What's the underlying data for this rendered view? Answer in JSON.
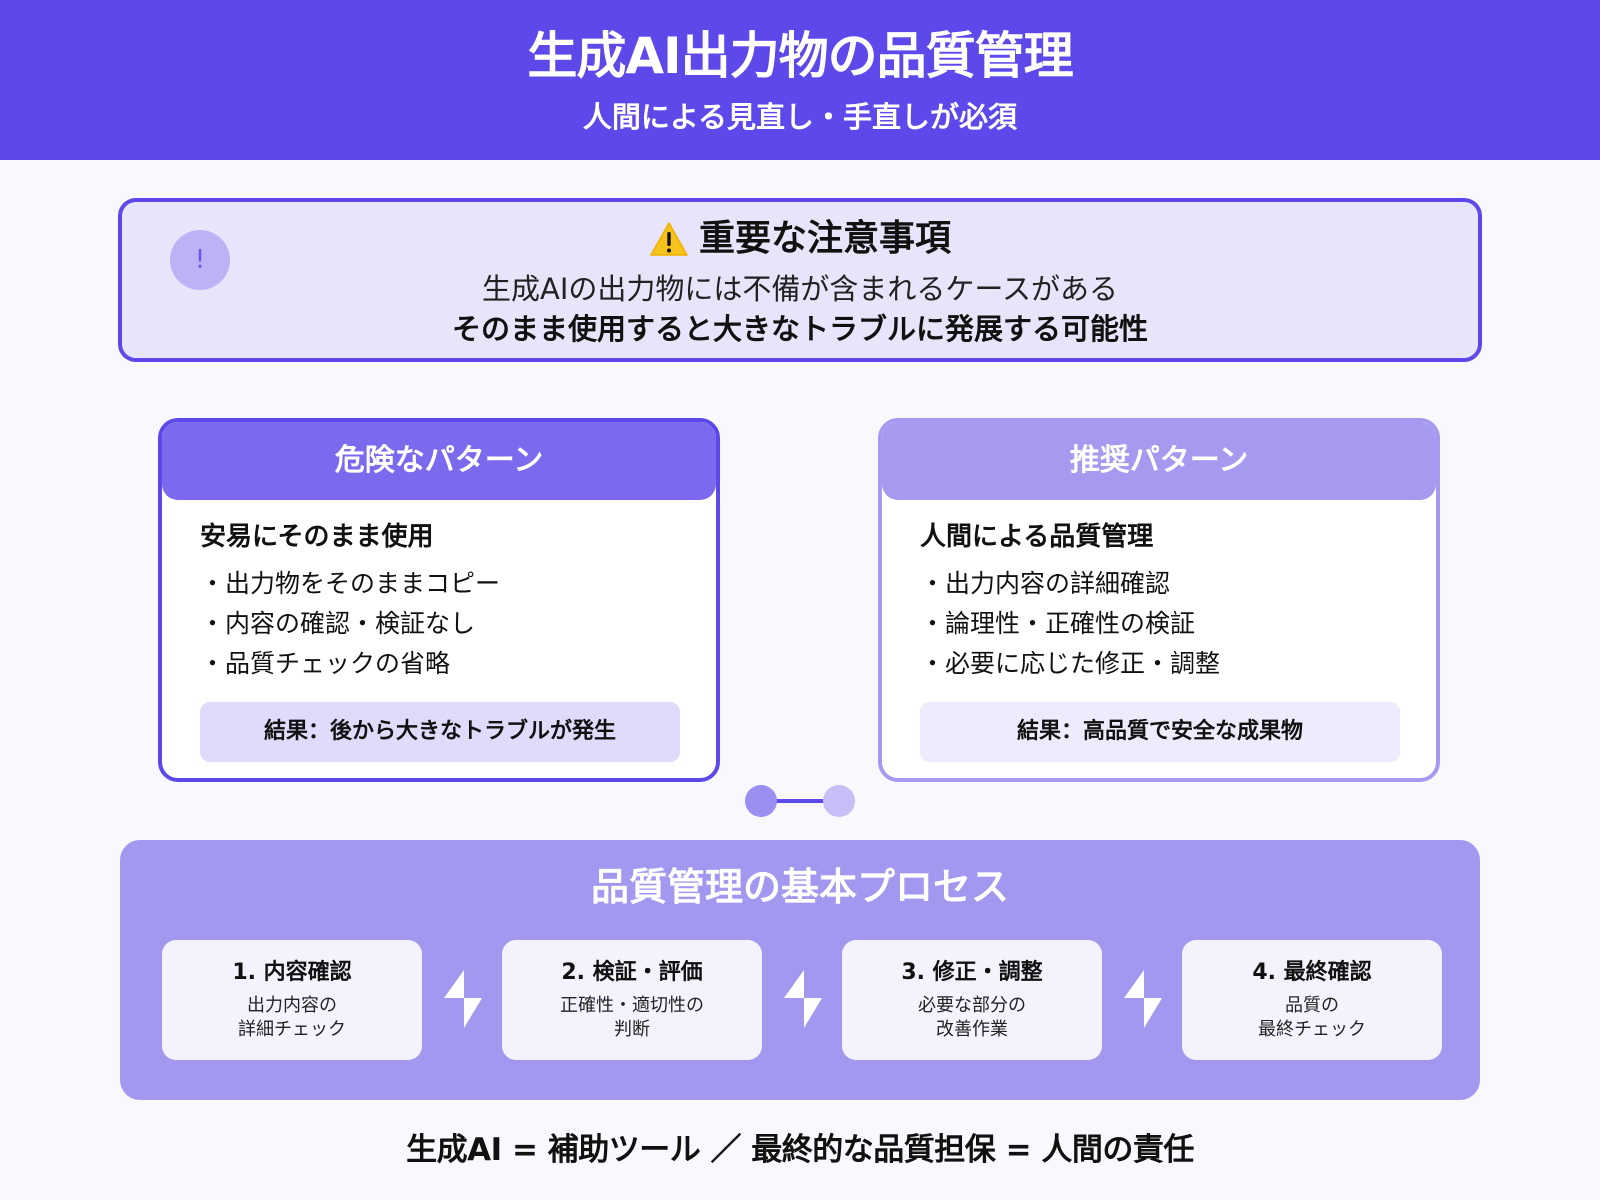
{
  "header": {
    "title": "生成AI出力物の品質管理",
    "subtitle": "人間による見直し・手直しが必須",
    "background_color": "#5d48ea"
  },
  "notice": {
    "badge_icon": "exclamation-icon",
    "badge_text": "!",
    "warning_icon": "warning-triangle-icon",
    "heading": "重要な注意事項",
    "line1": "生成AIの出力物には不備が含まれるケースがある",
    "line2": "そのまま使用すると大きなトラブルに発展する可能性"
  },
  "patterns": {
    "danger": {
      "header": "危険なパターン",
      "subtitle": "安易にそのまま使用",
      "items": [
        "・出力物をそのままコピー",
        "・内容の確認・検証なし",
        "・品質チェックの省略"
      ],
      "result": "結果：後から大きなトラブルが発生",
      "accent_color": "#7b6aee"
    },
    "recommended": {
      "header": "推奨パターン",
      "subtitle": "人間による品質管理",
      "items": [
        "・出力内容の詳細確認",
        "・論理性・正確性の検証",
        "・必要に応じた修正・調整"
      ],
      "result": "結果：高品質で安全な成果物",
      "accent_color": "#a59af0"
    }
  },
  "process": {
    "title": "品質管理の基本プロセス",
    "arrow_icon": "lightning-arrow-icon",
    "steps": [
      {
        "title": "1. 内容確認",
        "desc": "出力内容の\n詳細チェック"
      },
      {
        "title": "2. 検証・評価",
        "desc": "正確性・適切性の\n判断"
      },
      {
        "title": "3. 修正・調整",
        "desc": "必要な部分の\n改善作業"
      },
      {
        "title": "4. 最終確認",
        "desc": "品質の\n最終チェック"
      }
    ]
  },
  "footer": {
    "text": "生成AI = 補助ツール ／ 最終的な品質担保 = 人間の責任"
  }
}
